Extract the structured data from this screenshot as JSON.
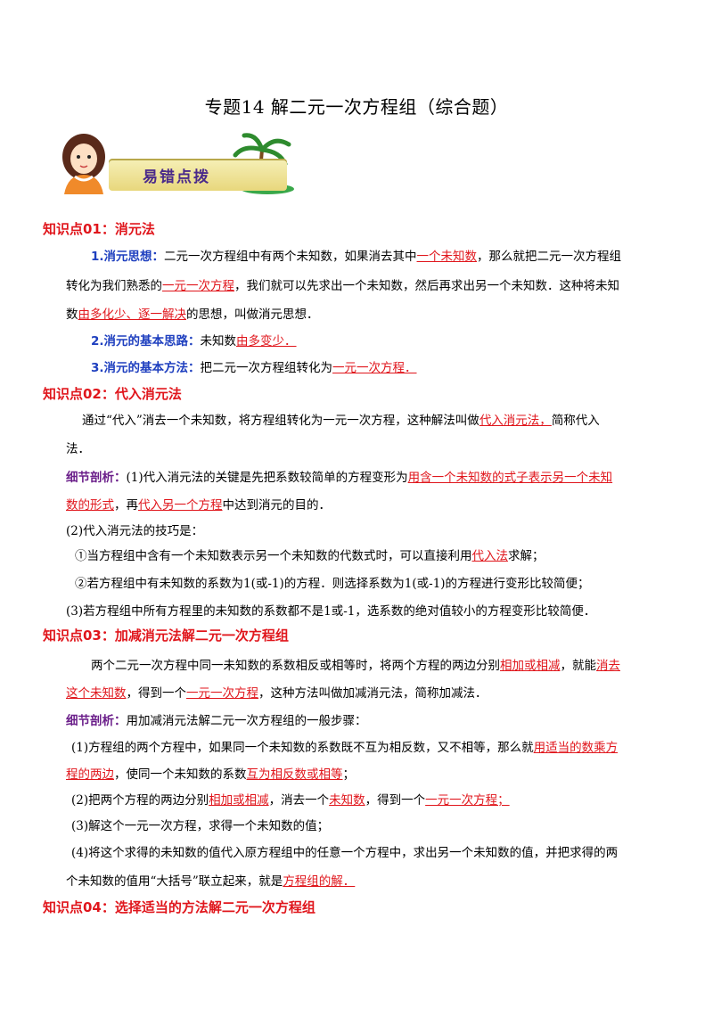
{
  "title": "专题14 解二元一次方程组（综合题）",
  "banner": {
    "label": "易错点拨"
  },
  "k1": {
    "heading": "知识点01：消元法",
    "l1": {
      "lead": "1.消元思想：",
      "t1": "二元一次方程组中有两个未知数，如果消去其中",
      "u1": "一个未知数",
      "t2": "，那么就把二元一次方程组"
    },
    "l2": {
      "t1": "转化为我们熟悉的",
      "u1": "一元一次方程",
      "t2": "，我们就可以先求出一个未知数，然后再求出另一个未知数．这种将未知"
    },
    "l3": {
      "t1": "数",
      "u1": "由多化少、逐一解决",
      "t2": "的思想，叫做消元思想．"
    },
    "l4": {
      "lead": "2.消元的基本思路：",
      "t1": "未知数",
      "u1": "由多变少．"
    },
    "l5": {
      "lead": "3.消元的基本方法：",
      "t1": "把二元一次方程组转化为",
      "u1": "一元一次方程．"
    }
  },
  "k2": {
    "heading": "知识点02：代入消元法",
    "l1": {
      "t1": "通过“代入”消去一个未知数，将方程组转化为一元一次方程，这种解法叫做",
      "u1": "代入消元法，",
      "t2": "简称代入"
    },
    "l2": {
      "t1": "法．"
    },
    "l3": {
      "lead": "细节剖析：",
      "t1": "(1)代入消元法的关键是先把系数较简单的方程变形为",
      "u1": "用含一个未知数的式子表示另一个未知"
    },
    "l4": {
      "u1": "数的形式",
      "t1": "，再",
      "u2": "代入另一个方程",
      "t2": "中达到消元的目的．"
    },
    "l5": {
      "t1": "(2)代入消元法的技巧是："
    },
    "l6": {
      "t1": "①当方程组中含有一个未知数表示另一个未知数的代数式时，可以直接利用",
      "u1": "代入法",
      "t2": "求解；"
    },
    "l7": {
      "t1": "②若方程组中有未知数的系数为1(或-1)的方程．则选择系数为1(或-1)的方程进行变形比较简便；"
    },
    "l8": {
      "t1": "(3)若方程组中所有方程里的未知数的系数都不是1或-1，选系数的绝对值较小的方程变形比较简便．"
    }
  },
  "k3": {
    "heading": "知识点03：加减消元法解二元一次方程组",
    "l1": {
      "t1": "两个二元一次方程中同一未知数的系数相反或相等时，将两个方程的两边分别",
      "u1": "相加或相减",
      "t2": "，就能",
      "u2": "消去"
    },
    "l2": {
      "u1": "这个未知数",
      "t1": "，得到一个",
      "u2": "一元一次方程",
      "t2": "，这种方法叫做加减消元法，简称加减法．"
    },
    "l3": {
      "lead": "细节剖析：",
      "t1": "用加减消元法解二元一次方程组的一般步骤："
    },
    "l4": {
      "t1": "(1)方程组的两个方程中，如果同一个未知数的系数既不互为相反数，又不相等，那么就",
      "u1": "用适当的数乘方"
    },
    "l5": {
      "u1": "程的两边",
      "t1": "，使同一个未知数的系数",
      "u2": "互为相反数或相等",
      "t2": "；"
    },
    "l6": {
      "t1": "(2)把两个方程的两边分别",
      "u1": "相加或相减",
      "t2": "，消去一个",
      "u2": "未知数",
      "t3": "，得到一个",
      "u3": "一元一次方程；"
    },
    "l7": {
      "t1": "(3)解这个一元一次方程，求得一个未知数的值；"
    },
    "l8": {
      "t1": "(4)将这个求得的未知数的值代入原方程组中的任意一个方程中，求出另一个未知数的值，并把求得的两"
    },
    "l9": {
      "t1": "个未知数的值用“大括号”联立起来，就是",
      "u1": "方程组的解．"
    }
  },
  "k4": {
    "heading": "知识点04：选择适当的方法解二元一次方程组"
  }
}
